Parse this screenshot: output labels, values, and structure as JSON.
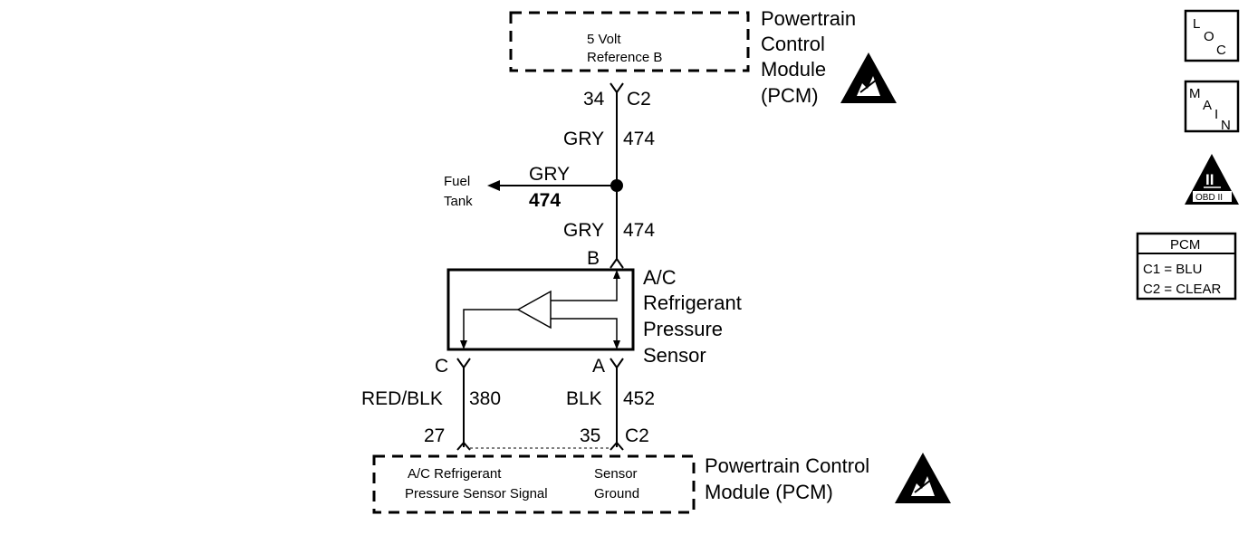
{
  "pcm_top": {
    "title_lines": [
      "Powertrain",
      "Control",
      "Module",
      "(PCM)"
    ],
    "inner_lines": [
      "5 Volt",
      "Reference B"
    ],
    "pin": "34",
    "connector": "C2"
  },
  "wire_474_upper": {
    "color": "GRY",
    "circuit": "474"
  },
  "splice_branch": {
    "dest_lines": [
      "Fuel",
      "Tank"
    ],
    "color": "GRY",
    "circuit": "474"
  },
  "wire_474_lower": {
    "color": "GRY",
    "circuit": "474"
  },
  "sensor": {
    "title_lines": [
      "A/C",
      "Refrigerant",
      "Pressure",
      "Sensor"
    ],
    "terminal_b": "B",
    "terminal_c": "C",
    "terminal_a": "A"
  },
  "wire_380": {
    "color": "RED/BLK",
    "circuit": "380",
    "pin": "27"
  },
  "wire_452": {
    "color": "BLK",
    "circuit": "452",
    "pin": "35",
    "connector": "C2"
  },
  "pcm_bottom": {
    "title_lines": [
      "Powertrain Control",
      "Module (PCM)"
    ],
    "signal_lines": [
      "A/C Refrigerant",
      "Pressure Sensor Signal"
    ],
    "ground_lines": [
      "Sensor",
      "Ground"
    ]
  },
  "side_icons": {
    "loc": [
      "L",
      "O",
      "C"
    ],
    "main": [
      "M",
      "A",
      "I",
      "N"
    ],
    "obd_numeral": "II",
    "obd_label": "OBD II"
  },
  "legend": {
    "title": "PCM",
    "rows": [
      "C1 = BLU",
      "C2 = CLEAR"
    ]
  }
}
